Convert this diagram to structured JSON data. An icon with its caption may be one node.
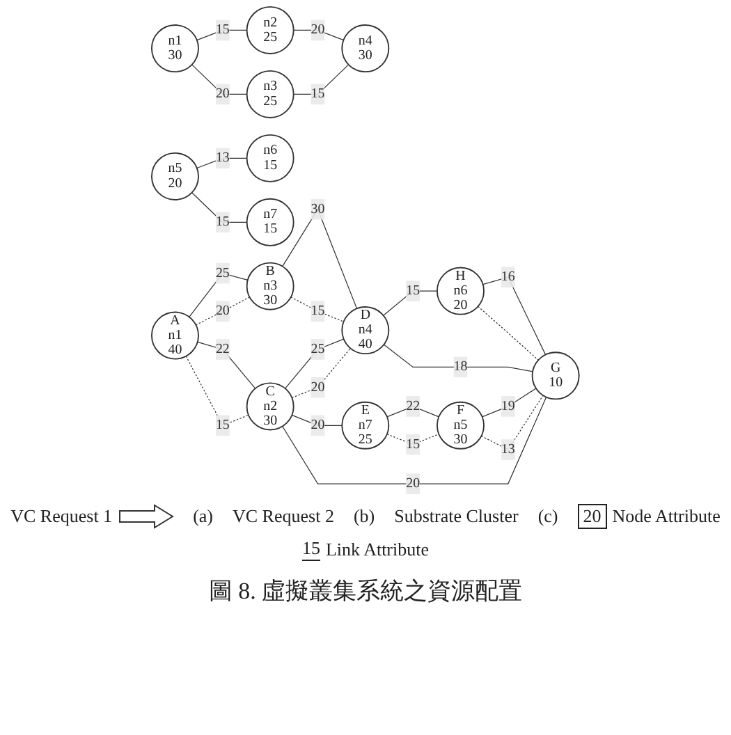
{
  "diagram": {
    "caption": "圖 8. 虛擬叢集系統之資源配置",
    "nodes": [
      {
        "text": [
          "n1",
          "30"
        ]
      },
      {
        "text": [
          "n2",
          "25"
        ]
      },
      {
        "text": [
          "n3",
          "25"
        ]
      },
      {
        "text": [
          "n4",
          "30"
        ]
      },
      {
        "text": [
          "n5",
          "20"
        ]
      },
      {
        "text": [
          "n6",
          "15"
        ]
      },
      {
        "text": [
          "n7",
          "15"
        ]
      },
      {
        "text": [
          "A",
          "n1",
          "40"
        ]
      },
      {
        "text": [
          "B",
          "n3",
          "30"
        ]
      },
      {
        "text": [
          "C",
          "n2",
          "30"
        ]
      },
      {
        "text": [
          "D",
          "n4",
          "40"
        ]
      },
      {
        "text": [
          "H",
          "n6",
          "20"
        ]
      },
      {
        "text": [
          "E",
          "n7",
          "25"
        ]
      },
      {
        "text": [
          "G",
          "10"
        ]
      },
      {
        "text": [
          "F",
          "n5",
          "30"
        ]
      }
    ],
    "edges": [
      {
        "from": 0,
        "to": 1,
        "arrow": "none",
        "label": "15"
      },
      {
        "from": 0,
        "to": 2,
        "arrow": "none",
        "label": "20"
      },
      {
        "from": 1,
        "to": 3,
        "arrow": "none",
        "label": "20"
      },
      {
        "from": 2,
        "to": 3,
        "arrow": "none",
        "label": "15"
      },
      {
        "from": 4,
        "to": 5,
        "arrow": "none",
        "label": "13"
      },
      {
        "from": 4,
        "to": 6,
        "arrow": "none",
        "label": "15"
      },
      {
        "from": 7,
        "to": 8,
        "arrow": "none",
        "label": "25"
      },
      {
        "from": 7,
        "to": 8,
        "arrow": "none",
        "label": "20",
        "style": "dashed"
      },
      {
        "from": 7,
        "to": 9,
        "arrow": "none",
        "label": "22"
      },
      {
        "from": 7,
        "to": 9,
        "arrow": "none",
        "label": "15",
        "style": "dashed"
      },
      {
        "from": 8,
        "to": 10,
        "arrow": "none",
        "label": "30"
      },
      {
        "from": 8,
        "to": 10,
        "arrow": "none",
        "label": "15",
        "style": "dashed"
      },
      {
        "from": 9,
        "to": 10,
        "arrow": "none",
        "label": "25"
      },
      {
        "from": 9,
        "to": 10,
        "arrow": "none",
        "label": "20",
        "style": "dashed"
      },
      {
        "from": 10,
        "to": 11,
        "arrow": "none",
        "label": "15"
      },
      {
        "from": 9,
        "to": 12,
        "arrow": "none",
        "label": "20"
      },
      {
        "from": 9,
        "to": 13,
        "arrow": "none",
        "label": "20"
      },
      {
        "from": 10,
        "to": 13,
        "arrow": "none",
        "label": "18"
      },
      {
        "from": 11,
        "to": 13,
        "arrow": "none",
        "label": "16"
      },
      {
        "from": 11,
        "to": 13,
        "arrow": "none",
        "style": "dashed"
      },
      {
        "from": 12,
        "to": 14,
        "arrow": "none",
        "label": "22"
      },
      {
        "from": 12,
        "to": 14,
        "arrow": "none",
        "label": "15",
        "style": "dashed"
      },
      {
        "from": 14,
        "to": 13,
        "arrow": "none",
        "label": "19"
      },
      {
        "from": 14,
        "to": 13,
        "arrow": "none",
        "label": "13",
        "style": "dashed"
      }
    ],
    "labels": [
      "VC Request 1",
      "(a)",
      "VC Request 2",
      "(b)",
      "Substrate Cluster",
      "(c)",
      "20",
      "15"
    ],
    "legend": [
      {
        "text": "Node Attribute"
      },
      {
        "text": "Link Attribute"
      }
    ]
  }
}
